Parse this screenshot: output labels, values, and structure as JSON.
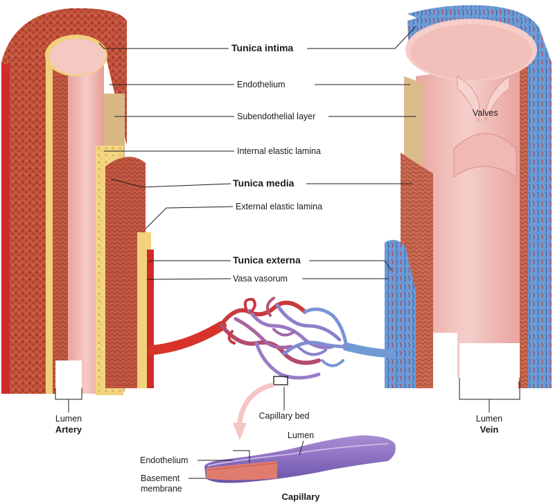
{
  "labels": {
    "tunica_intima": "Tunica intima",
    "endothelium": "Endothelium",
    "subendothelial_layer": "Subendothelial layer",
    "internal_elastic_lamina": "Internal elastic lamina",
    "tunica_media": "Tunica media",
    "external_elastic_lamina": "External elastic lamina",
    "tunica_externa": "Tunica externa",
    "vasa_vasorum": "Vasa vasorum",
    "valves": "Valves",
    "capillary_bed": "Capillary bed",
    "lumen_artery": "Lumen",
    "artery": "Artery",
    "lumen_vein": "Lumen",
    "vein": "Vein",
    "lumen_capillary": "Lumen",
    "endothelium_capillary": "Endothelium",
    "basement_membrane_line1": "Basement",
    "basement_membrane_line2": "membrane",
    "capillary": "Capillary"
  },
  "colors": {
    "externa_artery": "#c8442f",
    "media_muscle": "#b84a36",
    "elastic_yellow": "#f2d27a",
    "subendothelial": "#d9b98a",
    "intima_pink": "#eab0ab",
    "lumen_pink": "#f4c4c0",
    "vein_blue": "#5b8fd1",
    "arterial_red": "#d8332b",
    "venous_blue": "#6e90c8",
    "capillary_purple": "#8a7cc0",
    "arrow_pink": "#f6c6c2"
  }
}
